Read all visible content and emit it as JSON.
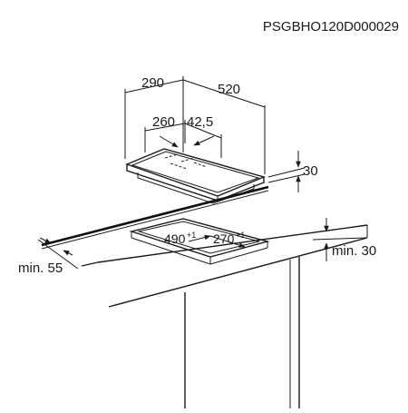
{
  "document_code": "PSGBHO120D000029",
  "dimensions": {
    "depth": "290",
    "width": "520",
    "inner_depth": "260",
    "inner_offset": "42,5",
    "height": "30",
    "cutout_width": "490",
    "cutout_width_tolerance": "+1",
    "cutout_depth": "270",
    "cutout_depth_tolerance": "+1",
    "min_front_distance": "min. 55",
    "min_top_distance": "min. 30"
  }
}
